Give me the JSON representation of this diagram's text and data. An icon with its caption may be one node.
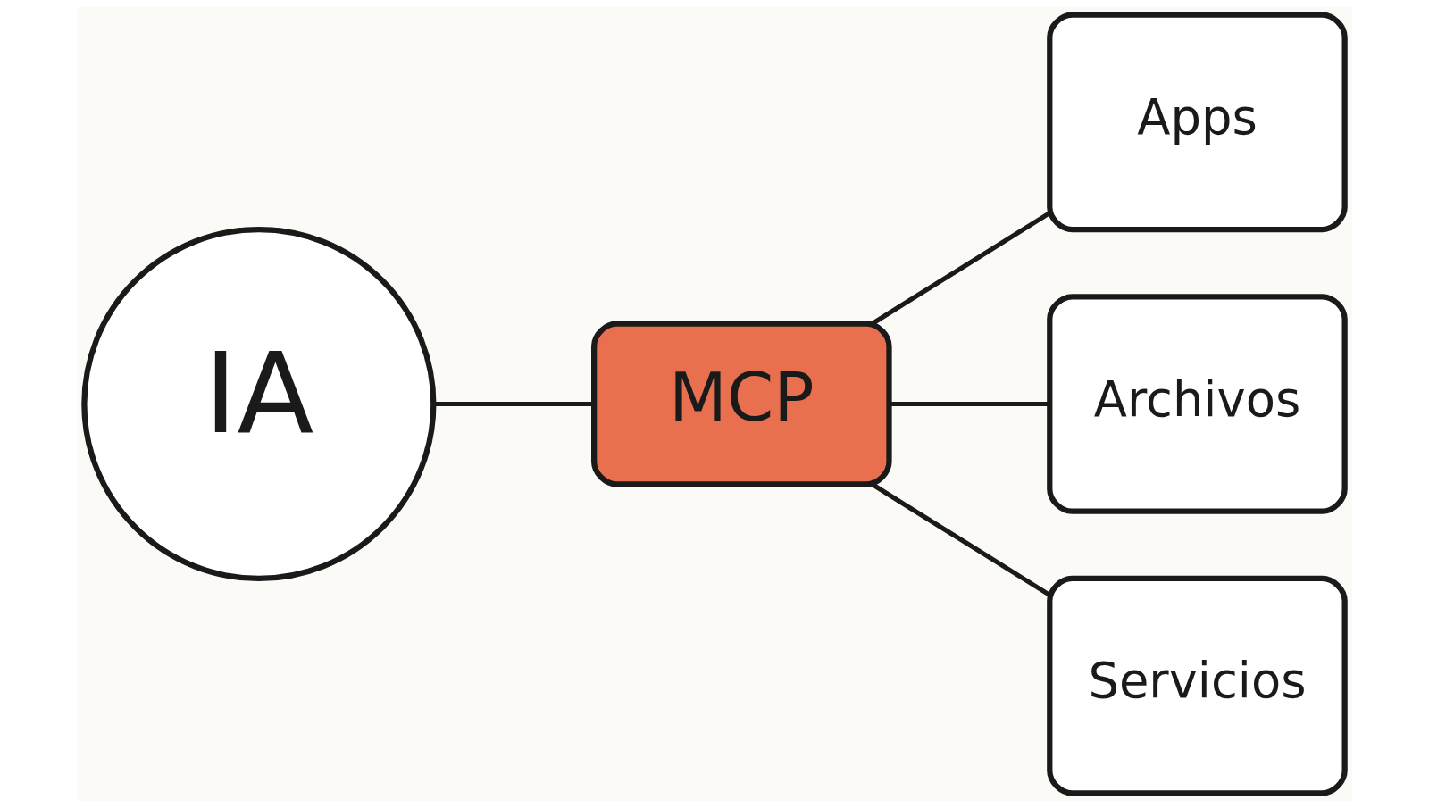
{
  "diagram": {
    "nodes": [
      {
        "text": [
          "IA"
        ]
      },
      {
        "text": [
          "MCP"
        ]
      },
      {
        "text": [
          "Apps"
        ]
      },
      {
        "text": [
          "Archivos"
        ]
      },
      {
        "text": [
          "Servicios"
        ]
      }
    ],
    "edges": [
      {
        "from": 0,
        "to": 1,
        "arrow": "none"
      },
      {
        "from": 1,
        "to": 2,
        "arrow": "none"
      },
      {
        "from": 1,
        "to": 3,
        "arrow": "none"
      },
      {
        "from": 1,
        "to": 4,
        "arrow": "none"
      }
    ]
  }
}
